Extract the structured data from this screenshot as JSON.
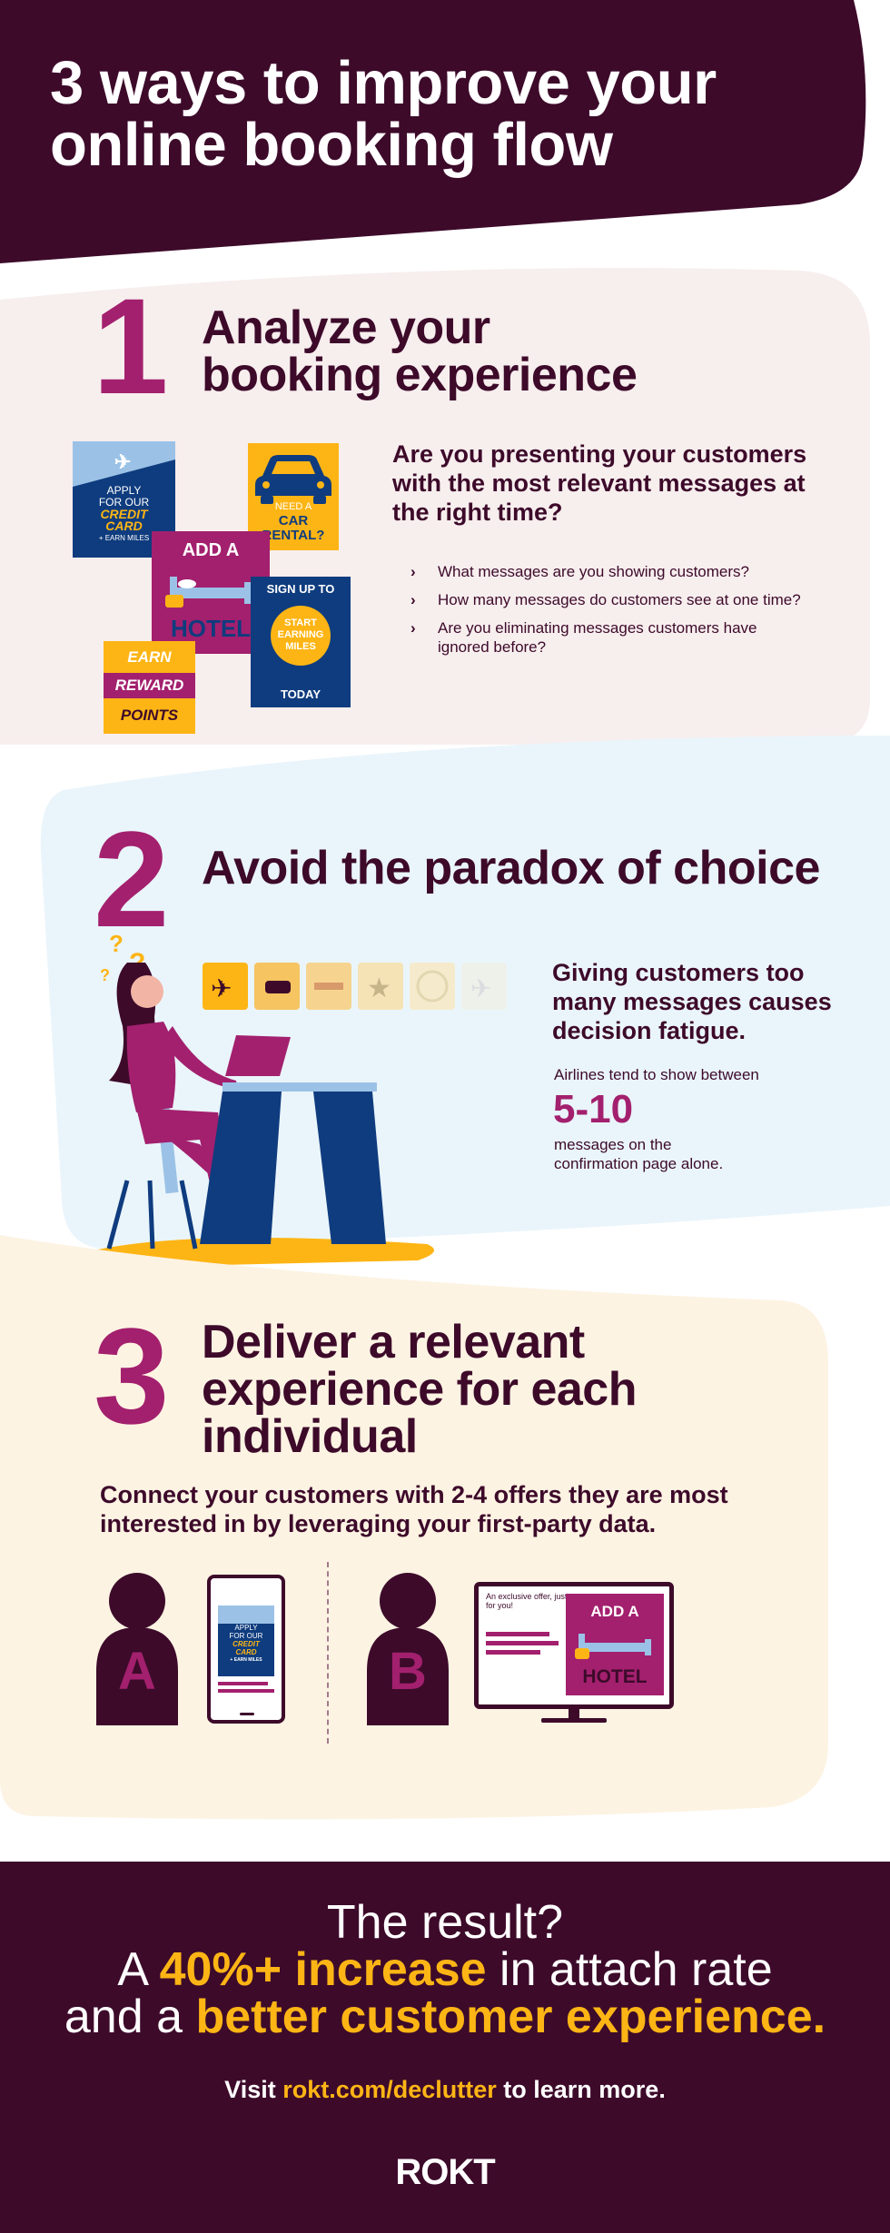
{
  "header": {
    "title_line1": "3 ways to improve your",
    "title_line2": "online booking flow"
  },
  "colors": {
    "plum": "#3d0a2a",
    "magenta": "#a3206e",
    "yellow": "#fdb515",
    "navy": "#0f3c7e",
    "pink_bg": "#f7eeee",
    "blue_bg": "#eaf5fb",
    "cream_bg": "#fdf3e3"
  },
  "section1": {
    "number": "1",
    "title_line1": "Analyze your",
    "title_line2": "booking experience",
    "question": "Are you presenting your customers with the most relevant messages at the right time?",
    "bullets": [
      "What messages are you showing customers?",
      "How many messages do customers see at one time?",
      "Are you eliminating messages customers have ignored before?"
    ],
    "cards": {
      "credit_l1": "APPLY",
      "credit_l2": "FOR OUR",
      "credit_l3": "CREDIT",
      "credit_l4": "CARD",
      "credit_l5": "+ EARN MILES",
      "car_l1": "NEED A",
      "car_l2": "CAR",
      "car_l3": "RENTAL?",
      "hotel_l1": "ADD A",
      "hotel_l2": "HOTEL",
      "signup_l1": "SIGN UP TO",
      "signup_l2": "START",
      "signup_l3": "EARNING",
      "signup_l4": "MILES",
      "signup_l5": "TODAY",
      "earn_l1": "EARN",
      "earn_l2": "REWARD",
      "earn_l3": "POINTS"
    }
  },
  "section2": {
    "number": "2",
    "title": "Avoid the paradox of choice",
    "lead": "Giving customers too many messages causes decision fatigue.",
    "small1": "Airlines tend to show between",
    "stat": "5-10",
    "small2_l1": "messages on the",
    "small2_l2": "confirmation page alone.",
    "question_marks": "?"
  },
  "section3": {
    "number": "3",
    "title_line1": "Deliver a relevant",
    "title_line2": "experience for each",
    "title_line3": "individual",
    "connect": "Connect your customers with 2-4 offers they are most interested in by leveraging your first-party data.",
    "person_a": "A",
    "person_b": "B",
    "phone_card_l1": "APPLY",
    "phone_card_l2": "FOR OUR",
    "phone_card_l3": "CREDIT",
    "phone_card_l4": "CARD",
    "phone_card_l5": "+ EARN MILES",
    "monitor_small": "An exclusive offer, just for you!",
    "monitor_l1": "ADD A",
    "monitor_l2": "HOTEL"
  },
  "footer": {
    "line1": "The result?",
    "line2_pre": "A ",
    "line2_hl": "40%+ increase",
    "line2_post": " in attach rate",
    "line3_pre": "and a ",
    "line3_hl": "better customer experience.",
    "visit_pre": "Visit ",
    "visit_link": "rokt.com/declutter",
    "visit_post": " to learn more.",
    "logo": "ROKT"
  }
}
